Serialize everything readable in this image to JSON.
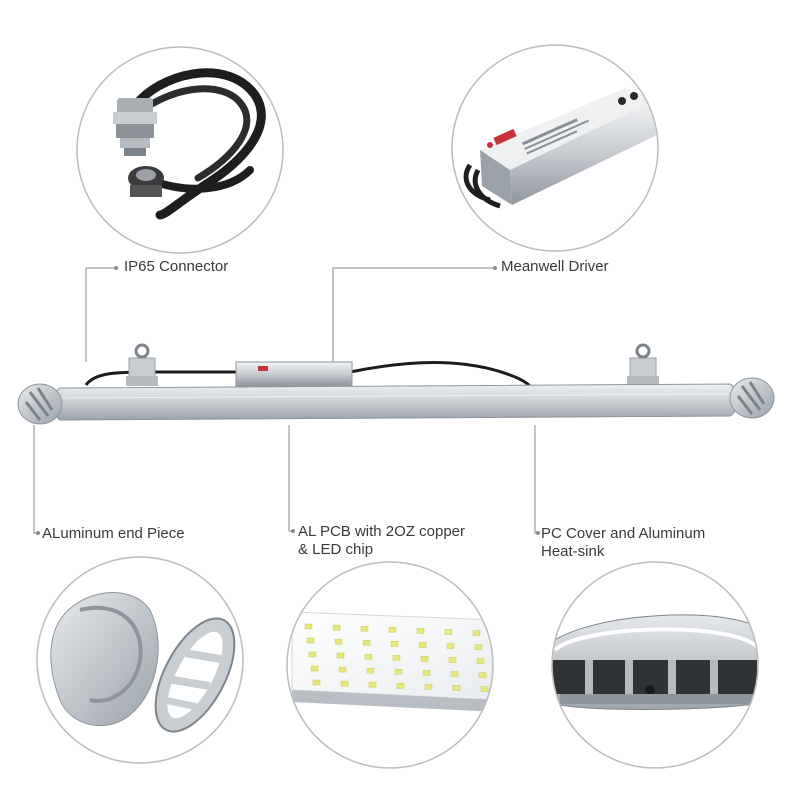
{
  "callouts": {
    "ip65_connector": "IP65 Connector",
    "meanwell_driver": "Meanwell Driver",
    "aluminum_end_piece": "ALuminum end Piece",
    "al_pcb_line1": "AL PCB with 2OZ copper",
    "al_pcb_line2": "& LED chip",
    "pc_cover_line1": "PC Cover and Aluminum",
    "pc_cover_line2": "Heat-sink"
  },
  "colors": {
    "circle_border": "#bdbdbd",
    "leader_line": "#8a8a8a",
    "aluminum": "#b8bec4",
    "led_chip": "#f1f3a8"
  }
}
